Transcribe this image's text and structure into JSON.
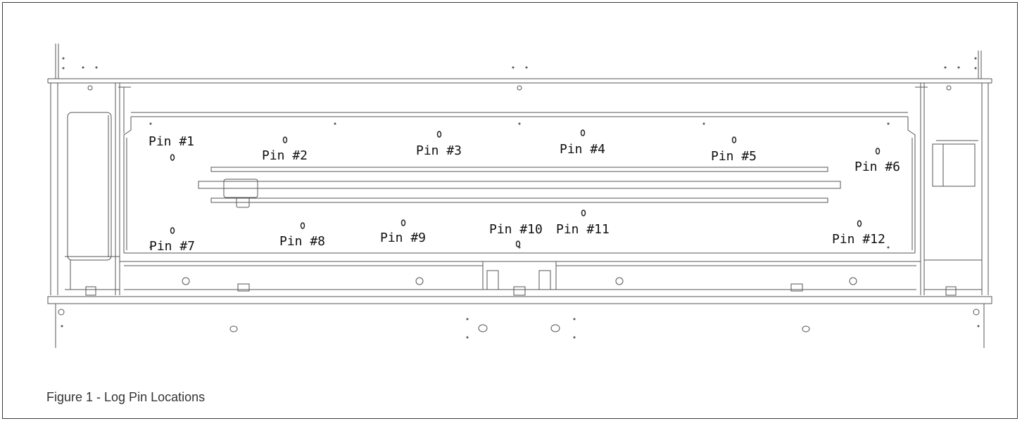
{
  "figure": {
    "caption": "Figure 1 - Log Pin Locations"
  },
  "pins": [
    {
      "id": 1,
      "label": "Pin #1"
    },
    {
      "id": 2,
      "label": "Pin #2"
    },
    {
      "id": 3,
      "label": "Pin #3"
    },
    {
      "id": 4,
      "label": "Pin #4"
    },
    {
      "id": 5,
      "label": "Pin #5"
    },
    {
      "id": 6,
      "label": "Pin #6"
    },
    {
      "id": 7,
      "label": "Pin #7"
    },
    {
      "id": 8,
      "label": "Pin #8"
    },
    {
      "id": 9,
      "label": "Pin #9"
    },
    {
      "id": 10,
      "label": "Pin #10"
    },
    {
      "id": 11,
      "label": "Pin #11"
    },
    {
      "id": 12,
      "label": "Pin #12"
    }
  ]
}
